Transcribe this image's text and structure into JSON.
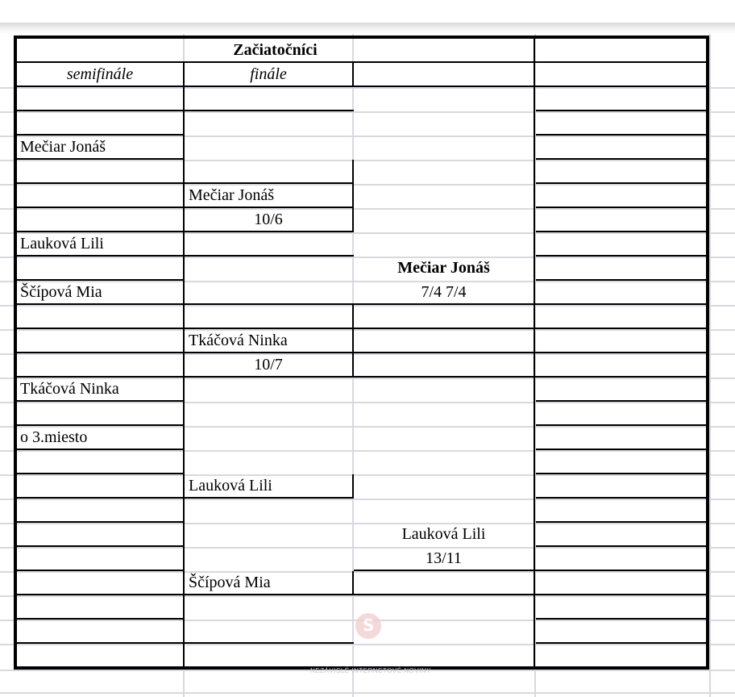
{
  "header": {
    "title": "Začiatočníci",
    "col_semifinal": "semifinále",
    "col_final": "finále"
  },
  "col1": {
    "r1": "Mečiar Jonáš",
    "r2": "Lauková Lili",
    "r3": "Ščípová Mia",
    "r4": "Tkáčová Ninka",
    "r5": "o 3.miesto"
  },
  "col2": {
    "r1": "Mečiar Jonáš",
    "r1_score": "10/6",
    "r2": "Tkáčová Ninka",
    "r2_score": "10/7",
    "r3": "Lauková Lili",
    "r4": "Ščípová Mia"
  },
  "col3": {
    "winner": "Mečiar Jonáš",
    "winner_score": "7/4 7/4",
    "third": "Lauková Lili",
    "third_score": "13/11"
  },
  "watermark": {
    "logo_letter": "S",
    "text": "NEZÁVISLÉ INTERNETOVÉ NOVINY"
  }
}
